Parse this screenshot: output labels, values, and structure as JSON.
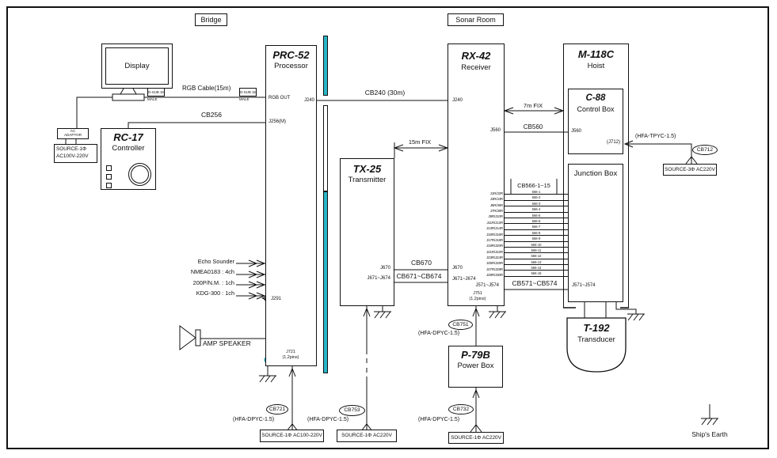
{
  "accent_color": "#29b6c8",
  "rooms": {
    "bridge": "Bridge",
    "sonar": "Sonar Room"
  },
  "display": {
    "title": "Display"
  },
  "ac_adaptor": {
    "line1": "AC",
    "line2": "ADAPTOR"
  },
  "source_boxes": {
    "display_source_line1": "SOURCE-1Φ",
    "display_source_line2": "AC100V-220V",
    "prc52_source": "SOURCE-1Φ AC100-220V",
    "tx25_source": "SOURCE-1Φ AC220V",
    "p79b_source": "SOURCE-1Φ AC220V",
    "hoist_source": "SOURCE-3Φ AC220V"
  },
  "units": {
    "rc17": {
      "model": "RC-17",
      "name": "Controller"
    },
    "prc52": {
      "model": "PRC-52",
      "name": "Processor"
    },
    "tx25": {
      "model": "TX-25",
      "name": "Transmitter"
    },
    "rx42": {
      "model": "RX-42",
      "name": "Receiver"
    },
    "m118c": {
      "model": "M-118C",
      "name": "Hoist"
    },
    "c88": {
      "model": "C-88",
      "name": "Control Box"
    },
    "junction": {
      "name": "Junction Box"
    },
    "t192": {
      "model": "T-192",
      "name": "Transducer"
    },
    "p79b": {
      "model": "P-79B",
      "name": "Power Box"
    }
  },
  "ports": {
    "prc52_rgb_out": "RGB OUT",
    "prc52_j240": "J240",
    "prc52_j256": "J256(M)",
    "prc52_j291": "J291",
    "prc52_j721": "J721",
    "prc52_j721_pins": "(1,2pins)",
    "tx25_j670": "J670",
    "tx25_j671": "J671~J674",
    "rx42_j240": "J240",
    "rx42_j560": "J560",
    "rx42_j670": "J670",
    "rx42_j671": "J671~J674",
    "rx42_j571": "J571~J574",
    "rx42_j751": "J751",
    "rx42_j751_pins": "(1,2pins)",
    "c88_j560": "J560",
    "c88_j712": "(J712)",
    "junction_j571": "J571~J574"
  },
  "cables": {
    "rgb": "RGB Cable(15m)",
    "dsub15": "D-SUB 15",
    "male": "MALE",
    "cb256": "CB256",
    "cb240": "CB240 (30m)",
    "fix_15m": "15m FIX",
    "fix_7m": "7m FIX",
    "cb560": "CB560",
    "cb566_header": "CB566-1~15",
    "cb670": "CB670",
    "cb671_674": "CB671~CB674",
    "cb571_574": "CB571~CB574",
    "cb721": "CB721",
    "cb753": "CB753",
    "cb732": "CB732",
    "cb751": "CB751",
    "cb712": "CB712",
    "hfa_dpyc": "(HFA-DPYC-1.5)",
    "hfa_tpyc": "(HFA-TPYC-1.5)"
  },
  "inputs": [
    {
      "label": "Echo Sounder"
    },
    {
      "label": "NMEA0183 : 4ch"
    },
    {
      "label": "200P/N.M. : 1ch"
    },
    {
      "label": "KDG-300 : 1ch"
    }
  ],
  "amp_speaker": "AMP SPEAKER",
  "cb566_rows": [
    {
      "port": "J1R/J2R",
      "cable": "566-1"
    },
    {
      "port": "J3R/J4R",
      "cable": "566-2"
    },
    {
      "port": "J5R/J6R",
      "cable": "566-3"
    },
    {
      "port": "J7R/J8R",
      "cable": "566-4"
    },
    {
      "port": "J9R/J10R",
      "cable": "566-5"
    },
    {
      "port": "J11R/J12R",
      "cable": "566-6"
    },
    {
      "port": "J13R/J14R",
      "cable": "566-7"
    },
    {
      "port": "J15R/J16R",
      "cable": "566-8"
    },
    {
      "port": "J17R/J18R",
      "cable": "566-9"
    },
    {
      "port": "J19R/J20R",
      "cable": "566-10"
    },
    {
      "port": "J21R/J22R",
      "cable": "566-11"
    },
    {
      "port": "J23R/J24R",
      "cable": "566-12"
    },
    {
      "port": "J25R/J26R",
      "cable": "566-13"
    },
    {
      "port": "J27R/J28R",
      "cable": "566-14"
    },
    {
      "port": "J29R/J30R",
      "cable": "566-15"
    }
  ],
  "ships_earth": "Ship's Earth"
}
